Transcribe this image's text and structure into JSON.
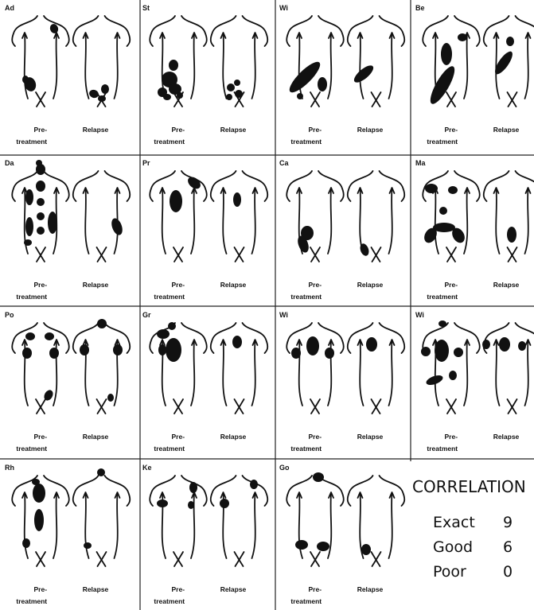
{
  "panels": [
    {
      "label": "Ad",
      "pre": [
        [
          38,
          106,
          7,
          9,
          -15
        ],
        [
          32,
          100,
          4,
          5,
          0
        ],
        [
          68,
          36,
          5,
          6,
          -20
        ]
      ],
      "rel": [
        [
          118,
          118,
          6,
          5,
          20
        ],
        [
          132,
          112,
          5,
          6,
          0
        ],
        [
          128,
          124,
          5,
          4,
          0
        ]
      ]
    },
    {
      "label": "St",
      "pre": [
        [
          218,
          82,
          6,
          7,
          0
        ],
        [
          213,
          100,
          10,
          10,
          0
        ],
        [
          204,
          116,
          6,
          6,
          0
        ],
        [
          220,
          112,
          8,
          7,
          0
        ],
        [
          210,
          122,
          5,
          4,
          0
        ],
        [
          226,
          120,
          4,
          4,
          0
        ]
      ],
      "rel": [
        [
          290,
          110,
          5,
          5,
          0
        ],
        [
          300,
          118,
          5,
          5,
          0
        ],
        [
          288,
          122,
          4,
          4,
          0
        ],
        [
          298,
          104,
          4,
          4,
          0
        ]
      ]
    },
    {
      "label": "Wi",
      "pre": [
        [
          383,
          97,
          26,
          8,
          -45
        ],
        [
          405,
          106,
          6,
          9,
          0
        ],
        [
          377,
          121,
          4,
          4,
          0
        ]
      ],
      "rel": [
        [
          457,
          93,
          15,
          6,
          -40
        ]
      ]
    },
    {
      "label": "Be",
      "pre": [
        [
          561,
          68,
          7,
          14,
          0
        ],
        [
          556,
          107,
          27,
          8,
          -60
        ],
        [
          581,
          47,
          6,
          5,
          0
        ]
      ],
      "rel": [
        [
          633,
          79,
          17,
          6,
          -55
        ],
        [
          641,
          52,
          5,
          6,
          0
        ]
      ]
    },
    {
      "label": "Da",
      "pre": [
        [
          51,
          213,
          6,
          7,
          0
        ],
        [
          51,
          234,
          6,
          7,
          0
        ],
        [
          51,
          254,
          5,
          5,
          0
        ],
        [
          51,
          272,
          5,
          5,
          0
        ],
        [
          51,
          290,
          5,
          5,
          0
        ],
        [
          37,
          248,
          5,
          10,
          0
        ],
        [
          37,
          285,
          5,
          12,
          0
        ],
        [
          66,
          280,
          6,
          14,
          0
        ],
        [
          35,
          305,
          5,
          4,
          0
        ],
        [
          49,
          205,
          4,
          4,
          0
        ]
      ],
      "rel": [
        [
          147,
          285,
          6,
          11,
          -20
        ]
      ]
    },
    {
      "label": "Pr",
      "pre": [
        [
          221,
          253,
          8,
          14,
          0
        ],
        [
          244,
          230,
          9,
          6,
          40
        ]
      ],
      "rel": [
        [
          298,
          251,
          5,
          9,
          0
        ]
      ]
    },
    {
      "label": "Ca",
      "pre": [
        [
          386,
          293,
          8,
          9,
          0
        ],
        [
          381,
          307,
          6,
          11,
          -20
        ]
      ],
      "rel": [
        [
          458,
          314,
          5,
          8,
          -20
        ]
      ]
    },
    {
      "label": "Ma",
      "pre": [
        [
          542,
          237,
          8,
          6,
          0
        ],
        [
          569,
          239,
          6,
          5,
          0
        ],
        [
          557,
          265,
          5,
          5,
          0
        ],
        [
          558,
          286,
          14,
          6,
          0
        ],
        [
          541,
          296,
          7,
          10,
          30
        ],
        [
          576,
          296,
          7,
          10,
          -30
        ]
      ],
      "rel": [
        [
          643,
          295,
          6,
          10,
          0
        ]
      ]
    },
    {
      "label": "Po",
      "pre": [
        [
          38,
          423,
          6,
          5,
          0
        ],
        [
          62,
          423,
          6,
          5,
          0
        ],
        [
          34,
          444,
          6,
          7,
          0
        ],
        [
          68,
          444,
          6,
          7,
          0
        ],
        [
          61,
          497,
          5,
          7,
          30
        ]
      ],
      "rel": [
        [
          128,
          407,
          6,
          6,
          0
        ],
        [
          106,
          440,
          6,
          7,
          0
        ],
        [
          148,
          440,
          6,
          7,
          0
        ],
        [
          139,
          500,
          4,
          5,
          0
        ]
      ]
    },
    {
      "label": "Gr",
      "pre": [
        [
          218,
          440,
          10,
          15,
          0
        ],
        [
          204,
          440,
          5,
          7,
          0
        ],
        [
          205,
          420,
          8,
          6,
          0
        ],
        [
          216,
          410,
          5,
          5,
          0
        ]
      ],
      "rel": [
        [
          298,
          430,
          6,
          8,
          0
        ]
      ]
    },
    {
      "label": "Wi",
      "pre": [
        [
          393,
          435,
          8,
          12,
          0
        ],
        [
          372,
          444,
          6,
          7,
          0
        ],
        [
          414,
          444,
          6,
          7,
          0
        ]
      ],
      "rel": [
        [
          467,
          433,
          7,
          9,
          0
        ]
      ]
    },
    {
      "label": "Wi",
      "pre": [
        [
          555,
          441,
          9,
          14,
          0
        ],
        [
          535,
          442,
          6,
          6,
          0
        ],
        [
          576,
          443,
          6,
          6,
          0
        ],
        [
          546,
          478,
          11,
          5,
          -20
        ],
        [
          569,
          472,
          5,
          6,
          0
        ],
        [
          556,
          407,
          5,
          4,
          0
        ]
      ],
      "rel": [
        [
          634,
          433,
          7,
          9,
          0
        ],
        [
          611,
          433,
          5,
          6,
          0
        ],
        [
          656,
          435,
          5,
          6,
          0
        ]
      ]
    },
    {
      "label": "Rh",
      "pre": [
        [
          49,
          620,
          8,
          12,
          0
        ],
        [
          49,
          654,
          6,
          14,
          0
        ],
        [
          33,
          683,
          5,
          6,
          0
        ],
        [
          45,
          606,
          5,
          4,
          0
        ]
      ],
      "rel": [
        [
          110,
          686,
          5,
          4,
          0
        ],
        [
          127,
          594,
          5,
          5,
          0
        ]
      ]
    },
    {
      "label": "Ke",
      "pre": [
        [
          204,
          633,
          7,
          5,
          0
        ],
        [
          243,
          613,
          5,
          7,
          0
        ],
        [
          240,
          635,
          4,
          5,
          0
        ]
      ],
      "rel": [
        [
          282,
          633,
          6,
          6,
          0
        ],
        [
          319,
          609,
          5,
          6,
          0
        ]
      ]
    },
    {
      "label": "Go",
      "pre": [
        [
          400,
          600,
          7,
          6,
          0
        ],
        [
          379,
          685,
          8,
          6,
          0
        ],
        [
          406,
          687,
          8,
          6,
          0
        ]
      ],
      "rel": [
        [
          460,
          691,
          6,
          7,
          0
        ]
      ]
    }
  ],
  "captions": {
    "pre_line1": "Pre-",
    "pre_line2": "treatment",
    "relapse": "Relapse"
  },
  "correlation": {
    "title": "CORRELATION",
    "rows": [
      {
        "label": "Exact",
        "value": "9"
      },
      {
        "label": "Good",
        "value": "6"
      },
      {
        "label": "Poor",
        "value": "0"
      }
    ]
  }
}
